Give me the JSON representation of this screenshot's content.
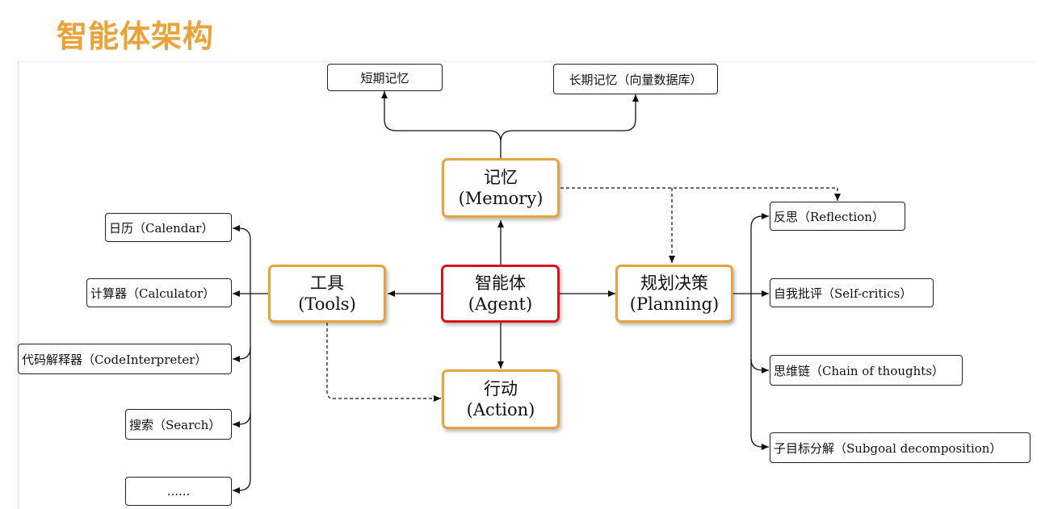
{
  "title": "智能体架构",
  "nodes": {
    "memory": {
      "zh": "记忆",
      "en": "(Memory)"
    },
    "agent": {
      "zh": "智能体",
      "en": "(Agent)"
    },
    "tools": {
      "zh": "工具",
      "en": "(Tools)"
    },
    "planning": {
      "zh": "规划决策",
      "en": "(Planning)"
    },
    "action": {
      "zh": "行动",
      "en": "(Action)"
    }
  },
  "memory_items": [
    "短期记忆",
    "长期记忆（向量数据库）"
  ],
  "tool_items": [
    "日历（Calendar）",
    "计算器（Calculator）",
    "代码解释器（CodeInterpreter）",
    "搜索（Search）",
    "......"
  ],
  "planning_items": [
    "反思（Reflection）",
    "自我批评（Self-critics）",
    "思维链（Chain of thoughts）",
    "子目标分解（Subgoal decomposition）"
  ],
  "colors": {
    "title": "#e8a33a",
    "node_border": "#e6a23c",
    "agent_border": "#d9141c"
  }
}
